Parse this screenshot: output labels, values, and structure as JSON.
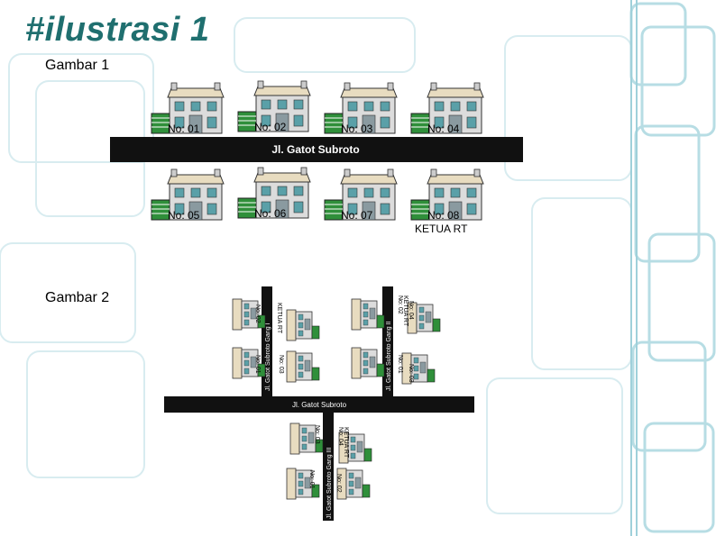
{
  "slide": {
    "title": "#ilustrasi 1",
    "caption1": "Gambar 1",
    "caption2": "Gambar 2"
  },
  "figure1": {
    "street": "Jl. Gatot Subroto",
    "top_labels": [
      "No: 01",
      "No: 02",
      "No: 03",
      "No: 04"
    ],
    "bottom_labels": [
      "No: 05",
      "No: 06",
      "No: 07",
      "No: 08"
    ],
    "rt_label": "KETUA RT"
  },
  "figure2": {
    "main_street": "Jl. Gatot Subroto",
    "alley_left": "Jl. Gatot Subroto Gang I",
    "alley_right": "Jl. Gatot Subroto Gang II",
    "alley_bottom": "Jl. Gatot Subroto Gang III",
    "left_labels": [
      "No: 02",
      "KETUA RT",
      "No: 01",
      "No: 03"
    ],
    "right_labels": [
      "No: 02",
      "KETUA RT",
      "No: 04",
      "No: 01",
      "No: 03"
    ],
    "bottom_labels": [
      "No: 03",
      "No: 04",
      "KETUA RT",
      "No: 01",
      "No: 02"
    ]
  },
  "colors": {
    "title": "#1f6f6f",
    "road": "#111111",
    "house_body": "#d9d9d9",
    "house_roof": "#e8dcc0",
    "garage": "#2f8f3a",
    "window": "#5aa0a8",
    "background_lines": "#bfe0e6"
  }
}
